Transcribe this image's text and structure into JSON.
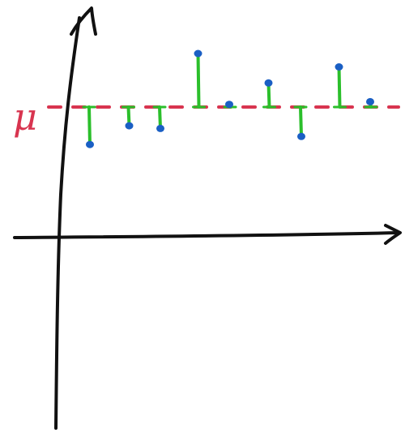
{
  "diagram": {
    "mean_symbol": "μ",
    "colors": {
      "axes": "#111111",
      "mean_line": "#d8344f",
      "deviation": "#2bbf2b",
      "points": "#1a5fc4"
    },
    "points": [
      {
        "x": 1,
        "y": -0.7
      },
      {
        "x": 2,
        "y": -0.35
      },
      {
        "x": 3,
        "y": -0.4
      },
      {
        "x": 4,
        "y": 1.0
      },
      {
        "x": 5,
        "y": 0.05
      },
      {
        "x": 6,
        "y": 0.45
      },
      {
        "x": 7,
        "y": -0.55
      },
      {
        "x": 8,
        "y": 0.75
      },
      {
        "x": 9,
        "y": 0.1
      }
    ]
  }
}
